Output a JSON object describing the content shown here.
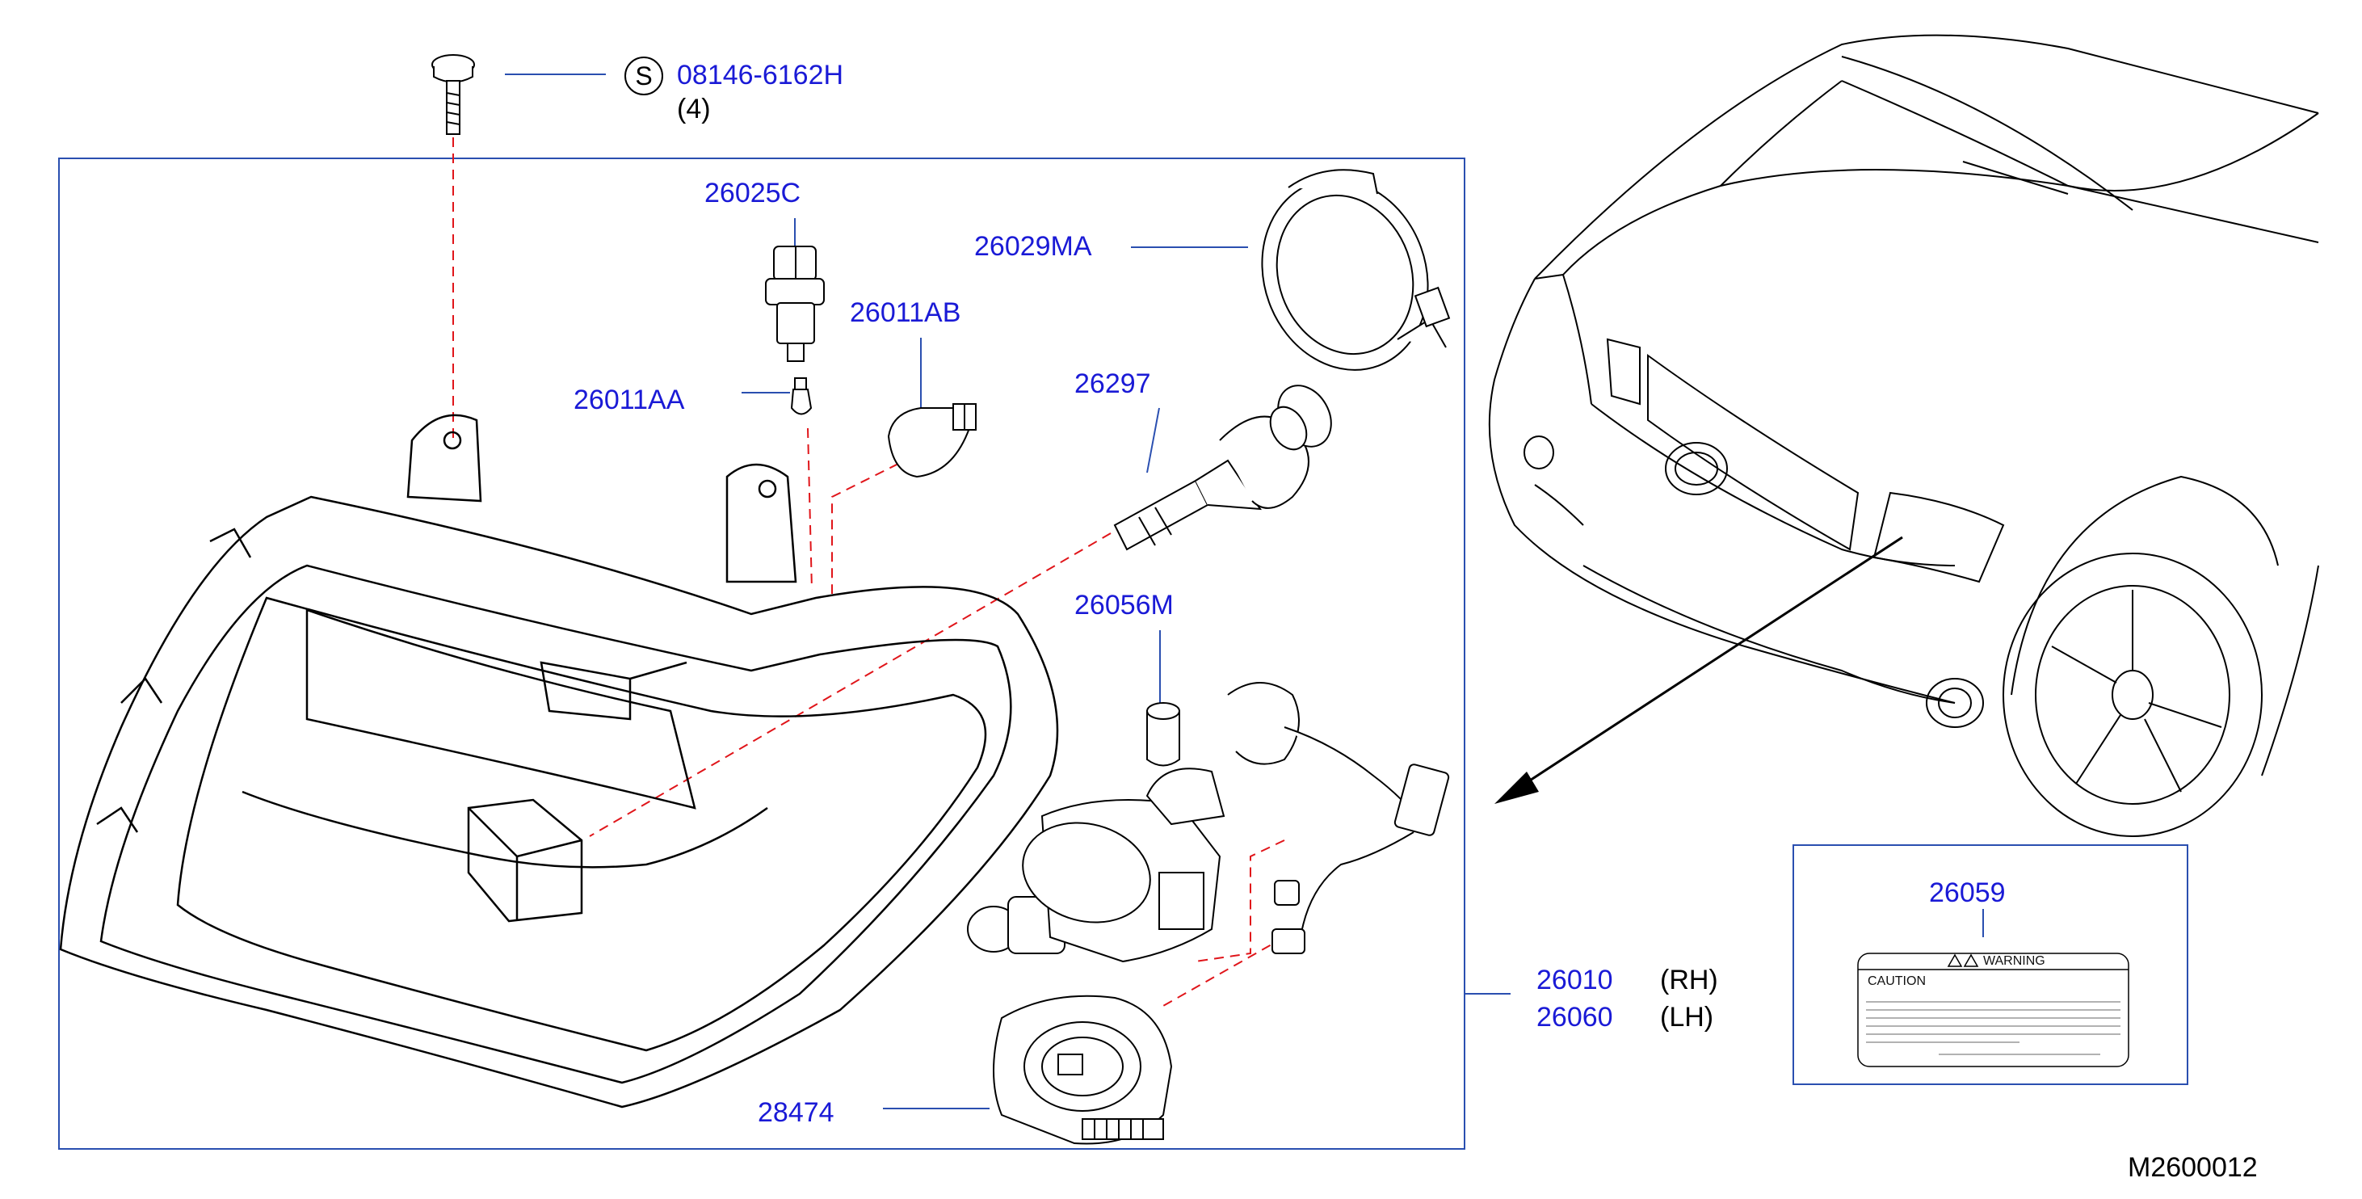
{
  "screw": {
    "symbol": "S",
    "part_number": "08146-6162H",
    "quantity": "(4)"
  },
  "parts": {
    "p26025C": "26025C",
    "p26029MA": "26029MA",
    "p26011AB": "26011AB",
    "p26011AA": "26011AA",
    "p26297": "26297",
    "p26056M": "26056M",
    "p28474": "28474",
    "p26059": "26059"
  },
  "assembly": {
    "rh_part": "26010",
    "rh_side": "(RH)",
    "lh_part": "26060",
    "lh_side": "(LH)"
  },
  "label": {
    "warning": "WARNING",
    "caution": "CAUTION"
  },
  "diagram_code": "M2600012",
  "colors": {
    "part_number": "#1a1ad6",
    "frame": "#2a4fb0",
    "dashed": "#e0151a",
    "drawing": "#000000"
  }
}
